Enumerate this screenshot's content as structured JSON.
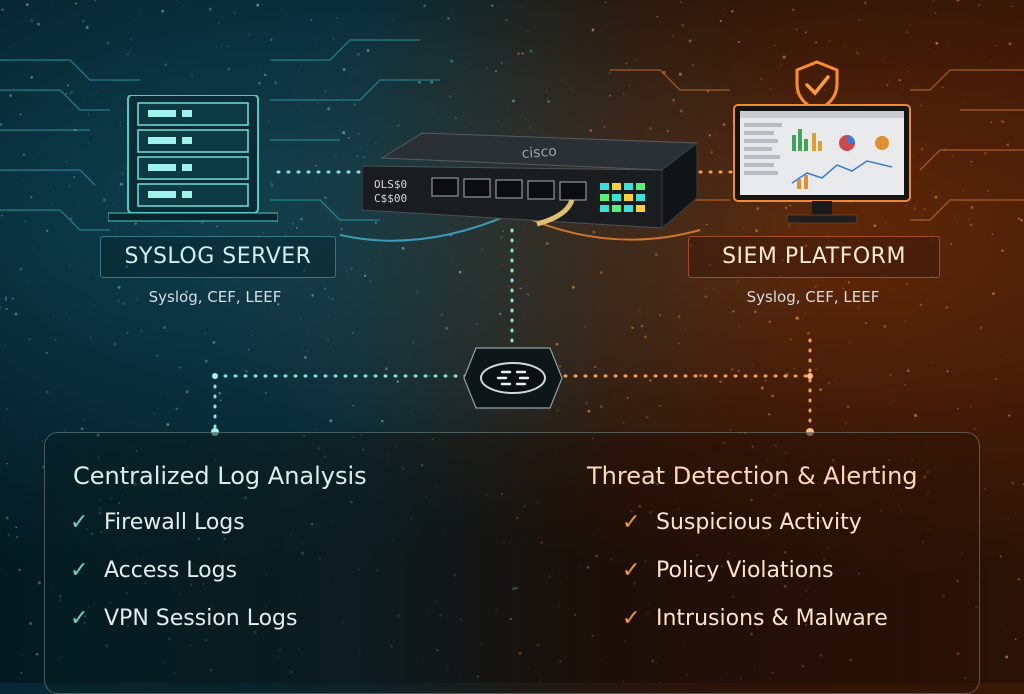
{
  "syslog_server": {
    "label": "SYSLOG SERVER",
    "formats": "Syslog, CEF, LEEF"
  },
  "siem_platform": {
    "label": "SIEM PLATFORM",
    "formats": "Syslog, CEF, LEEF"
  },
  "firewall_device": {
    "brand_text": "cisco",
    "display_lines": [
      "OLS$0",
      "C$$00"
    ]
  },
  "left_column": {
    "title": "Centralized Log Analysis",
    "items": [
      "Firewall Logs",
      "Access Logs",
      "VPN Session Logs"
    ]
  },
  "right_column": {
    "title": "Threat Detection & Alerting",
    "items": [
      "Suspicious Activity",
      "Policy Violations",
      "Intrusions & Malware"
    ]
  },
  "colors": {
    "teal_accent": "#4fc9c4",
    "orange_accent": "#f08a30",
    "check_teal": "#6fd3c0",
    "check_orange": "#f09a3c"
  },
  "icons": {
    "server": "server-rack-icon",
    "monitor": "monitor-dashboard-icon",
    "shield": "shield-check-icon",
    "hub": "network-hub-icon",
    "check": "check-icon"
  }
}
